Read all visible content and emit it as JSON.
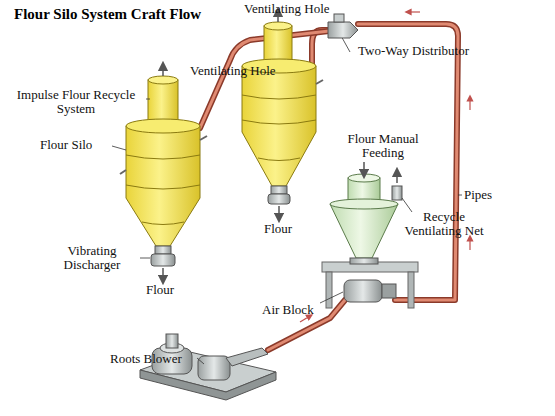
{
  "diagram": {
    "title": "Flour Silo System Craft Flow",
    "labels": [
      "Ventilating Hole",
      "Ventilating Hole",
      "Impulse Flour Recycle System",
      "Two-Way Distributor",
      "Flour Silo",
      "Flour Manual Feeding",
      "Pipes",
      "Flour",
      "Recycle Ventilating Net",
      "Vibrating Discharger",
      "Air Block",
      "Flour",
      "Roots Blower"
    ]
  }
}
